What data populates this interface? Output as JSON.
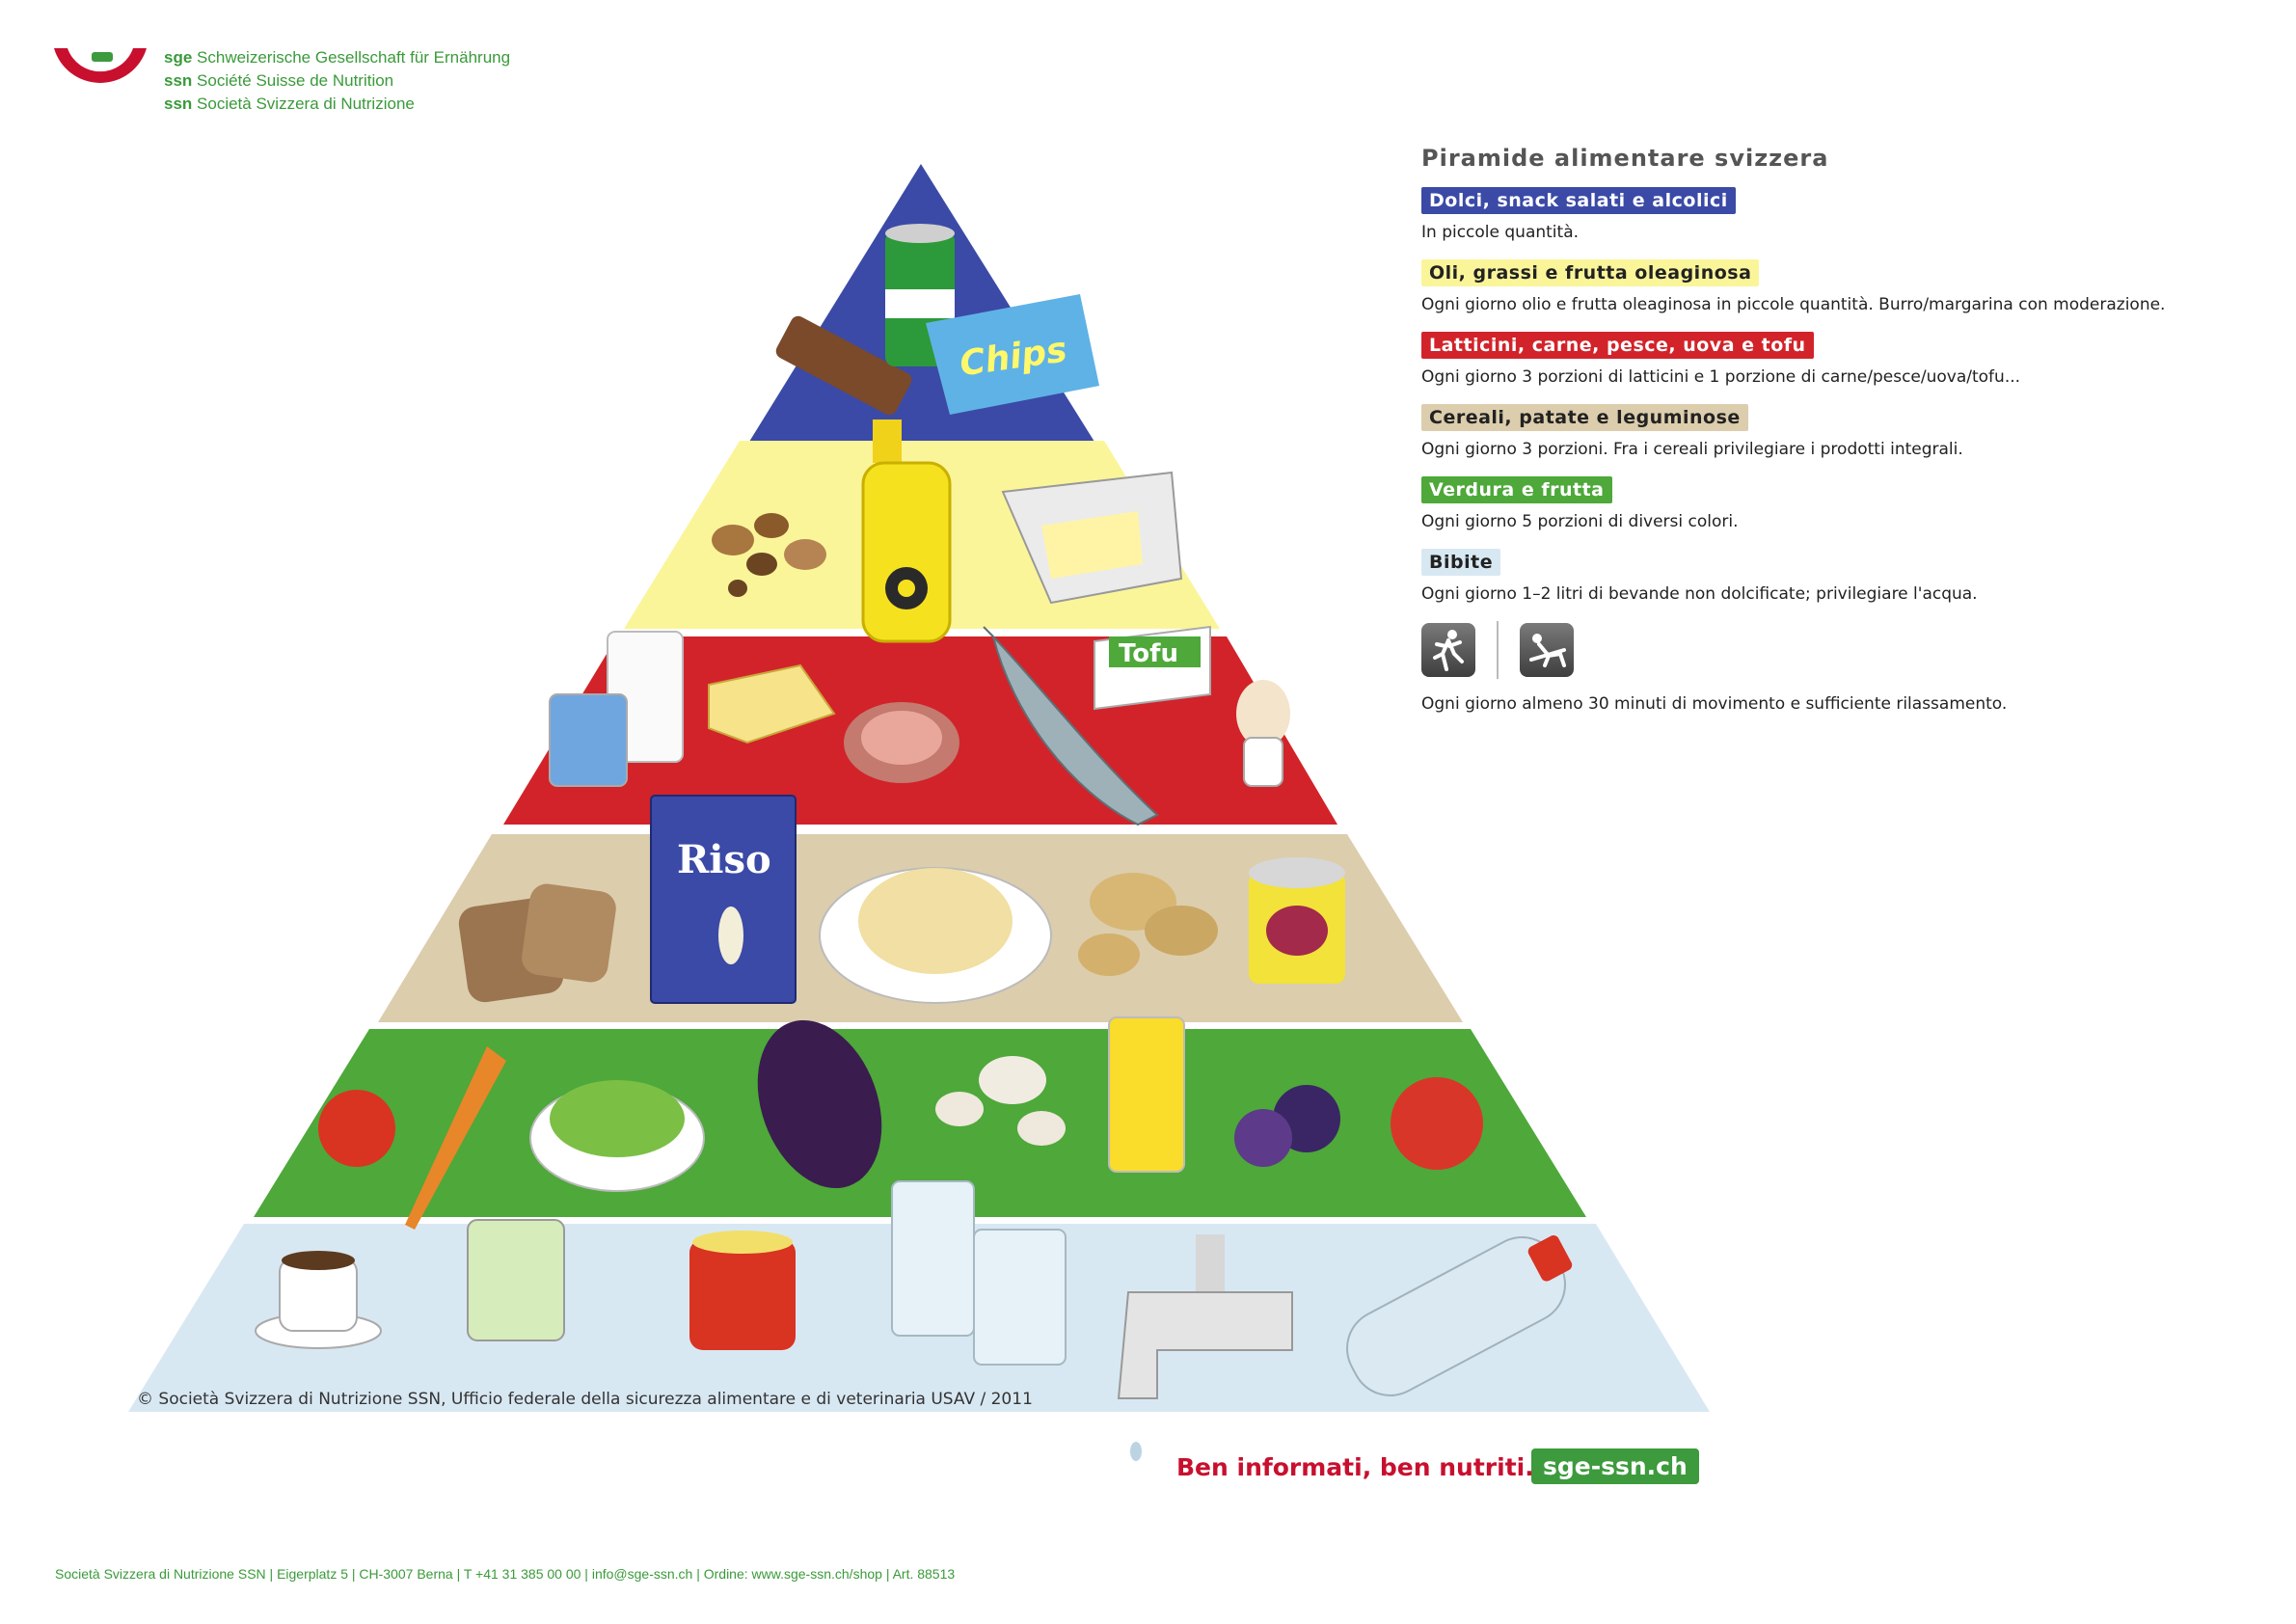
{
  "header": {
    "org_lines": [
      {
        "abbr": "sge",
        "name": "Schweizerische Gesellschaft für Ernährung"
      },
      {
        "abbr": "ssn",
        "name": "Société Suisse de Nutrition"
      },
      {
        "abbr": "ssn",
        "name": "Società Svizzera di Nutrizione"
      }
    ]
  },
  "pyramid": {
    "top_label": "Chips",
    "dairy_label": "Tofu",
    "grains_label": "Riso"
  },
  "legend": {
    "title": "Piramide alimentare svizzera",
    "categories": [
      {
        "label": "Dolci, snack salati e alcolici",
        "desc": "In piccole quantità.",
        "bg": "#3b4aa6",
        "fg": "#ffffff"
      },
      {
        "label": "Oli, grassi e frutta oleaginosa",
        "desc": "Ogni giorno olio e frutta oleaginosa in piccole quantità. Burro/margarina con moderazione.",
        "bg": "#fbf59a",
        "fg": "#222222"
      },
      {
        "label": "Latticini, carne, pesce, uova e tofu",
        "desc": "Ogni giorno 3 porzioni di latticini e 1 porzione di carne/pesce/uova/tofu...",
        "bg": "#d2232a",
        "fg": "#ffffff"
      },
      {
        "label": "Cereali, patate e leguminose",
        "desc": "Ogni giorno 3 porzioni. Fra i cereali privilegiare i prodotti integrali.",
        "bg": "#dccdad",
        "fg": "#222222"
      },
      {
        "label": "Verdura e frutta",
        "desc": "Ogni giorno 5 porzioni di diversi colori.",
        "bg": "#4ea83a",
        "fg": "#ffffff"
      },
      {
        "label": "Bibite",
        "desc": "Ogni giorno 1–2 litri di bevande non dolcificate; privilegiare l'acqua.",
        "bg": "#d8e8f3",
        "fg": "#222222"
      }
    ],
    "activity_icons": [
      "running-icon",
      "relaxing-icon"
    ],
    "activity_desc": "Ogni giorno almeno 30 minuti di movimento e sufficiente rilassamento."
  },
  "copyright": "© Società Svizzera di Nutrizione SSN, Ufficio federale della sicurezza alimentare e di veterinaria USAV / 2011",
  "slogan": "Ben informati, ben nutriti.",
  "website": "sge-ssn.ch",
  "footer": "Società Svizzera di Nutrizione SSN | Eigerplatz 5 | CH-3007 Berna | T +41 31 385 00 00 | info@sge-ssn.ch | Ordine: www.sge-ssn.ch/shop | Art. 88513",
  "colors": {
    "blue": "#3b4aa6",
    "yellow": "#fbf59a",
    "red": "#d2232a",
    "beige": "#dccdad",
    "green": "#4ea83a",
    "lightblue": "#d8e8f3",
    "brand_red": "#c8102e",
    "brand_green": "#3d9a3d"
  }
}
